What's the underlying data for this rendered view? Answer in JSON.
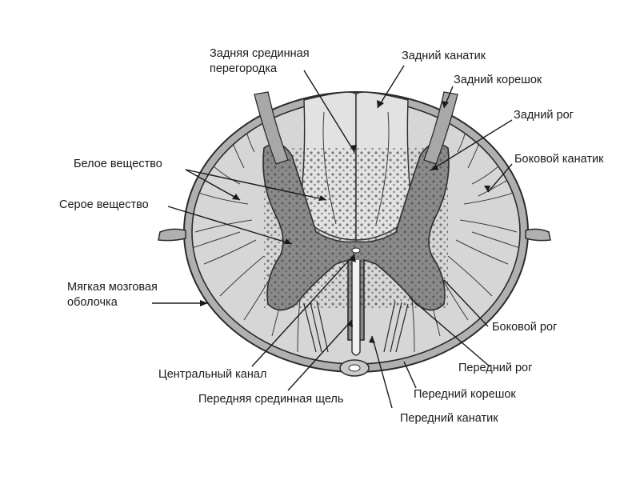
{
  "labels": {
    "posterior_median_septum_1": "Задняя срединная",
    "posterior_median_septum_2": "перегородка",
    "posterior_funiculus": "Задний канатик",
    "posterior_root": "Задний корешок",
    "posterior_horn": "Задний рог",
    "white_matter": "Белое вещество",
    "lateral_funiculus": "Боковой канатик",
    "gray_matter": "Серое вещество",
    "pia_mater_1": "Мягкая мозговая",
    "pia_mater_2": "оболочка",
    "lateral_horn": "Боковой рог",
    "central_canal": "Центральный канал",
    "anterior_horn": "Передний рог",
    "anterior_median_fissure": "Передняя срединная щель",
    "anterior_root": "Передний корешок",
    "anterior_funiculus": "Передний канатик"
  },
  "colors": {
    "white_matter": "#d6d6d6",
    "gray_matter": "#8a8a8a",
    "membrane": "#9c9c9c",
    "outline": "#2a2a2a",
    "text": "#1a1a1a",
    "background": "#ffffff"
  }
}
